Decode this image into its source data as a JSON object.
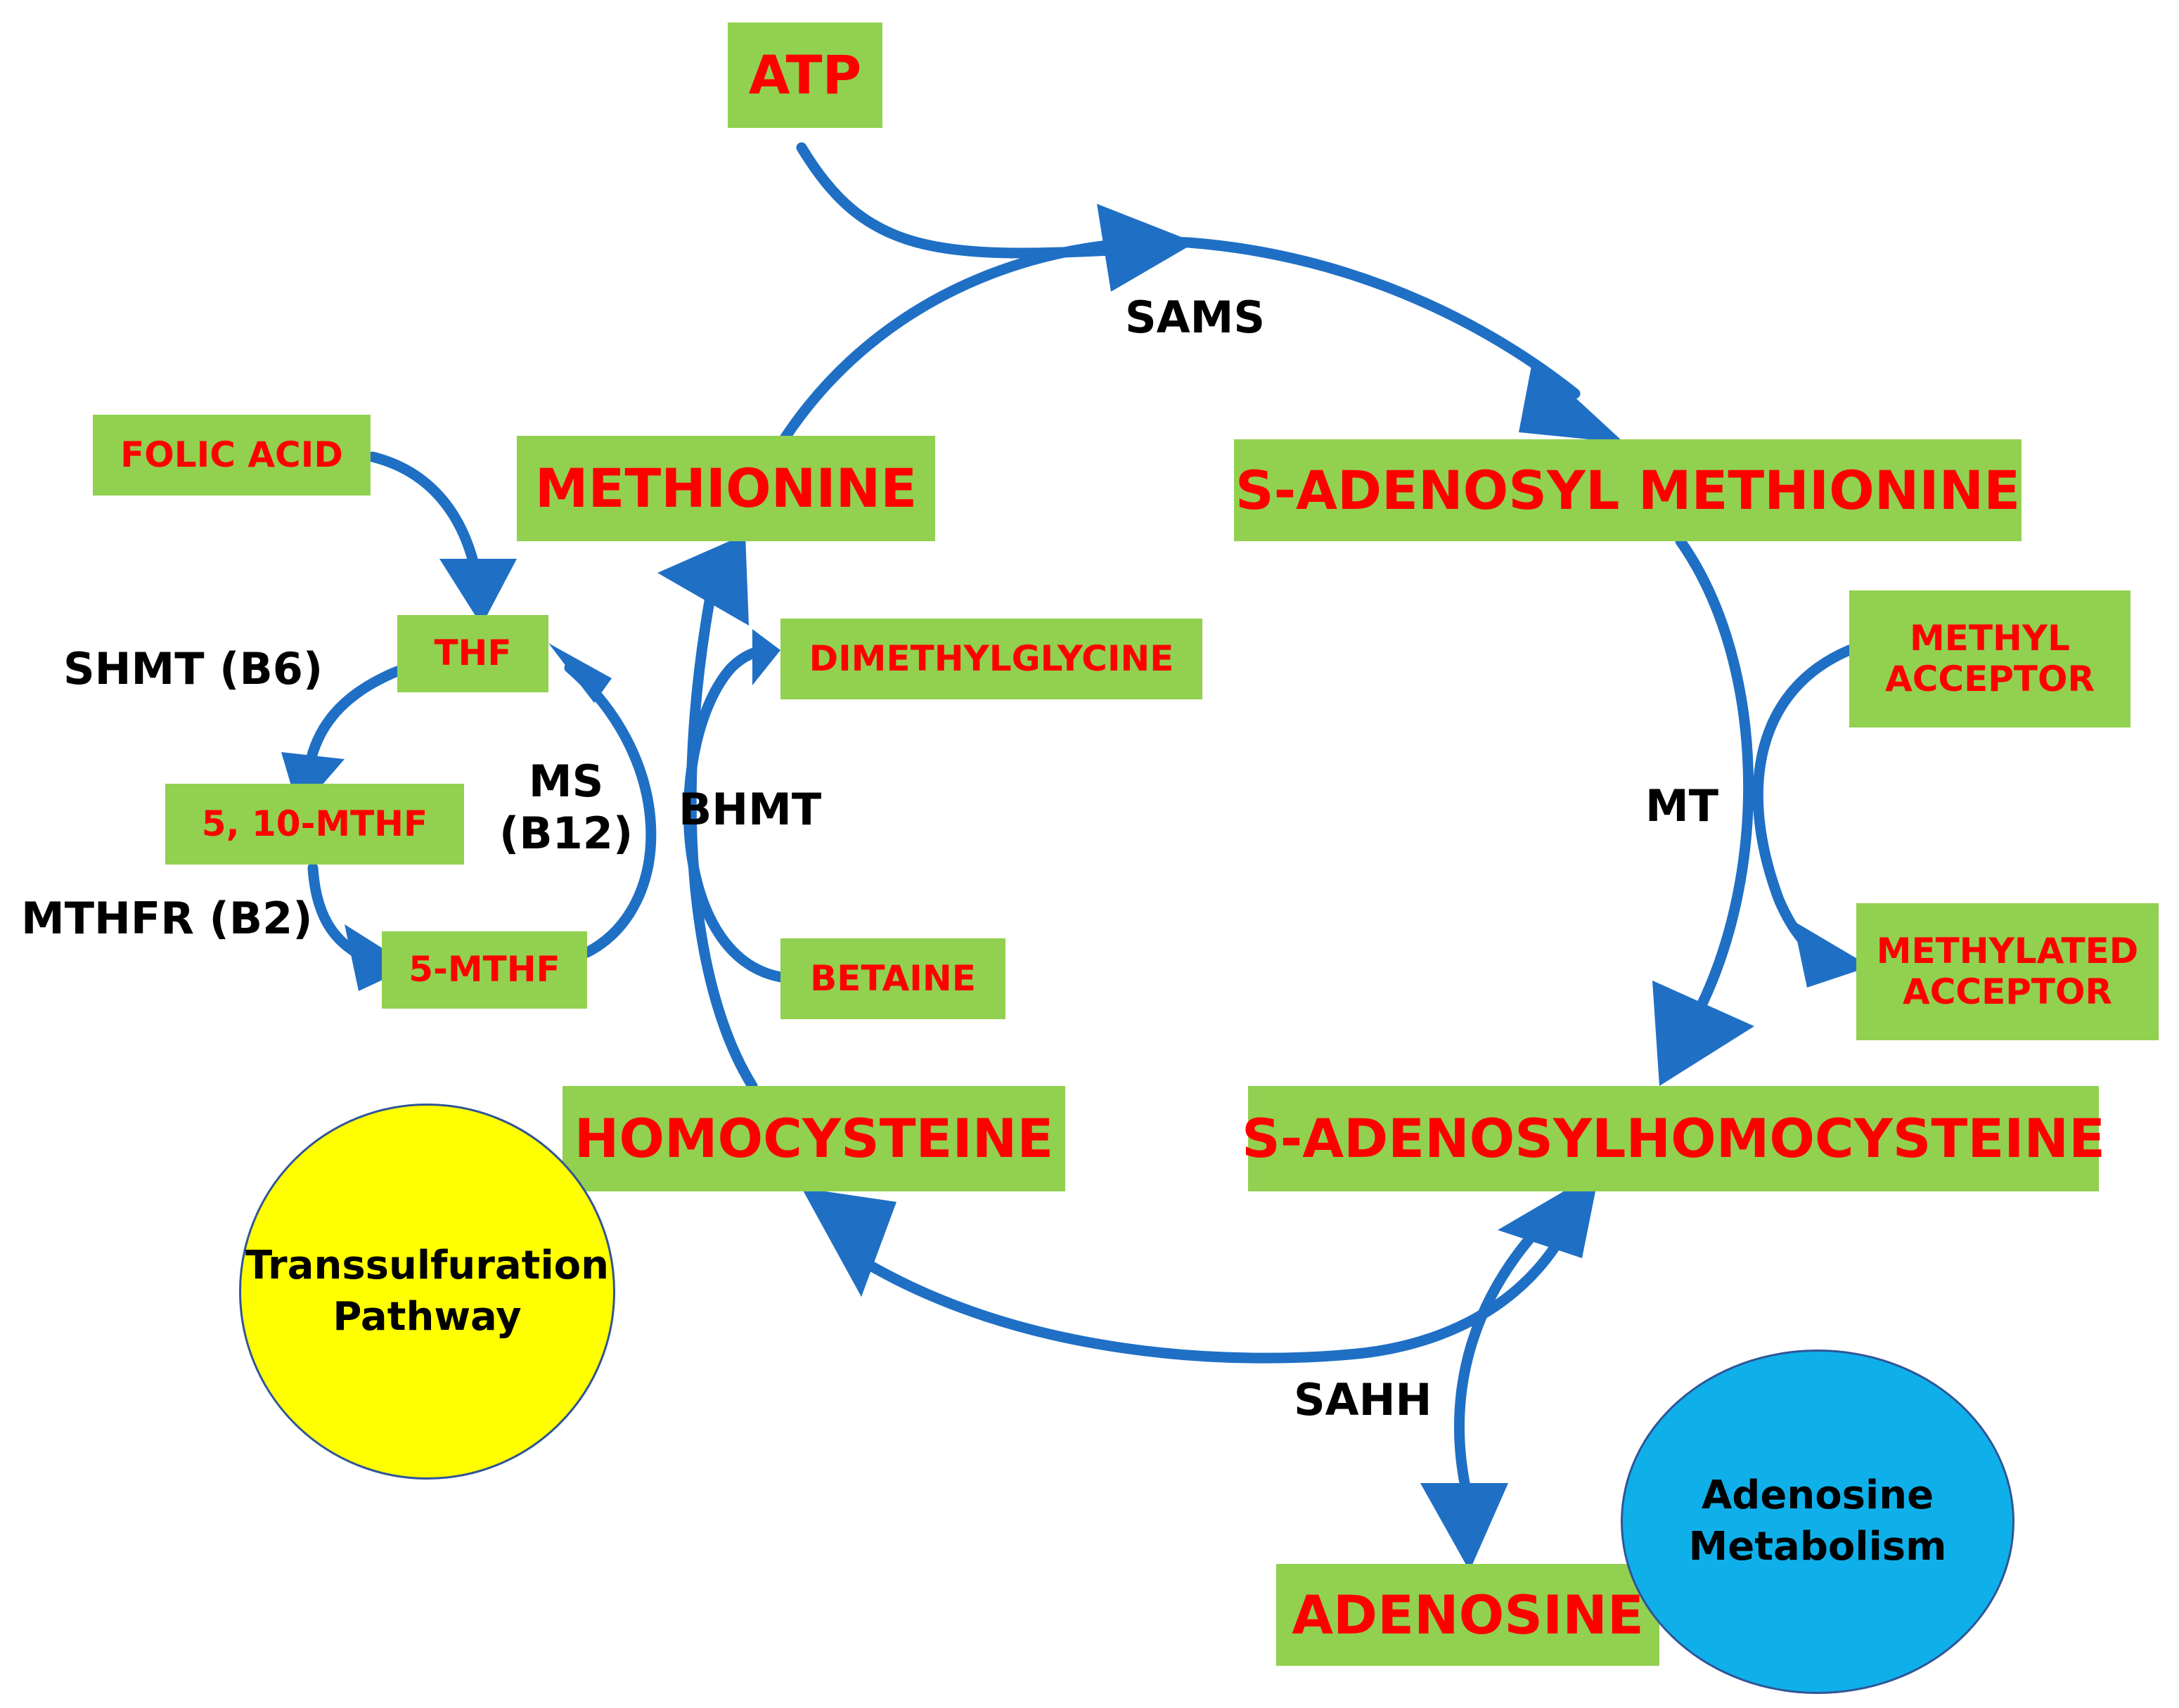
{
  "colors": {
    "node_fill": "#92d050",
    "node_text": "#ff0000",
    "arrow": "#1f6fc5",
    "transsulfuration_fill": "#ffff00",
    "adenosine_metabolism_fill": "#0fb0ea"
  },
  "nodes": {
    "atp": "ATP",
    "methionine": "METHIONINE",
    "sam": "S-ADENOSYL METHIONINE",
    "sah": "S-ADENOSYLHOMOCYSTEINE",
    "homocysteine": "HOMOCYSTEINE",
    "adenosine": "ADENOSINE",
    "folic_acid": "FOLIC ACID",
    "thf": "THF",
    "mthf_5_10": "5, 10-MTHF",
    "mthf_5": "5-MTHF",
    "dimethylglycine": "DIMETHYLGLYCINE",
    "betaine": "BETAINE",
    "methyl_acceptor": [
      "METHYL",
      "ACCEPTOR"
    ],
    "methylated_acceptor": [
      "METHYLATED",
      "ACCEPTOR"
    ]
  },
  "enzymes": {
    "sams": "SAMS",
    "mt": "MT",
    "sahh": "SAHH",
    "shmt": "SHMT (B6)",
    "mthfr": "MTHFR (B2)",
    "ms": [
      "MS",
      "(B12)"
    ],
    "bhmt": "BHMT"
  },
  "pathways": {
    "transsulfuration": [
      "Transsulfuration",
      "Pathway"
    ],
    "adenosine_metabolism": [
      "Adenosine",
      "Metabolism"
    ]
  }
}
